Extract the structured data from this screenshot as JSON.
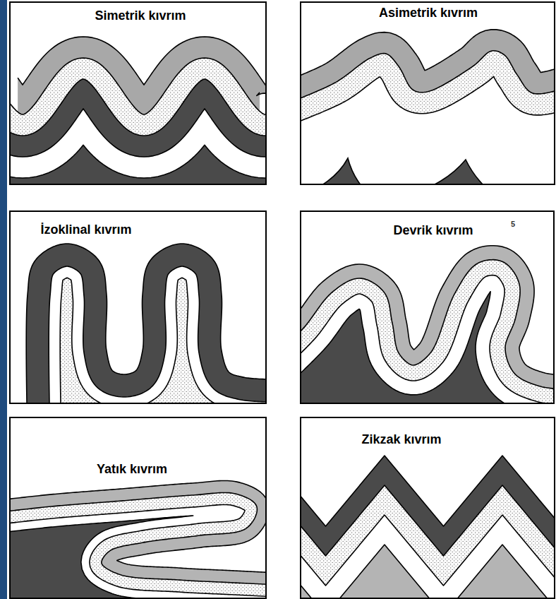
{
  "diagram": {
    "nodes": [
      {
        "text": [
          "Simetrik kıvrım"
        ]
      },
      {
        "text": [
          "Asimetrik kıvrım"
        ]
      },
      {
        "text": [
          "İzoklinal kıvrım"
        ]
      },
      {
        "text": [
          "Devrik kıvrım"
        ]
      },
      {
        "text": [
          "Yatık kıvrım"
        ]
      },
      {
        "text": [
          "Zikzak kıvrım"
        ]
      }
    ],
    "labels": [
      "5"
    ]
  }
}
